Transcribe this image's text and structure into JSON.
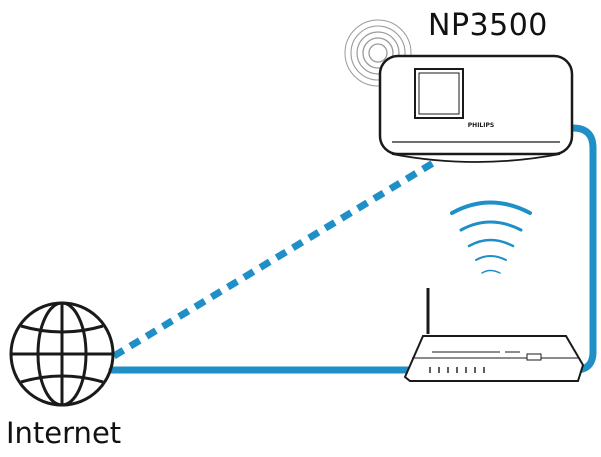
{
  "labels": {
    "device": "NP3500",
    "internet": "Internet",
    "device_brand": "PHILIPS"
  },
  "colors": {
    "wired_link": "#1f8fc8",
    "wireless_link": "#1f8fc8",
    "outline": "#1a1a1a",
    "background": "#ffffff"
  },
  "nodes": [
    {
      "id": "internet",
      "icon": "globe-icon"
    },
    {
      "id": "router",
      "icon": "wireless-router-icon"
    },
    {
      "id": "np3500",
      "icon": "network-music-player-icon"
    }
  ],
  "links": [
    {
      "from": "internet",
      "to": "router",
      "type": "wired"
    },
    {
      "from": "router",
      "to": "np3500",
      "type": "wired"
    },
    {
      "from": "internet",
      "to": "np3500",
      "type": "wireless"
    }
  ]
}
